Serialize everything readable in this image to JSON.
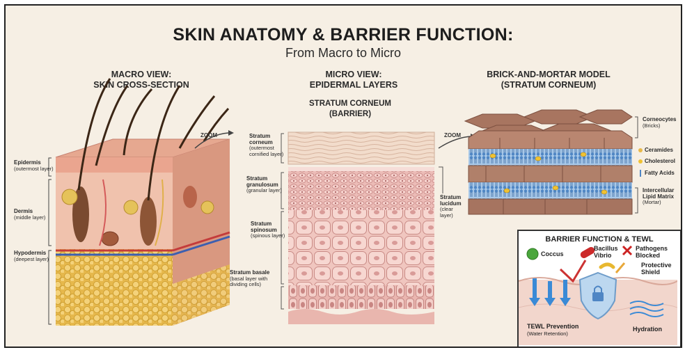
{
  "title": "SKIN ANATOMY & BARRIER FUNCTION:",
  "subtitle": "From Macro to Micro",
  "sections": {
    "macro": {
      "line1": "MACRO VIEW:",
      "line2": "SKIN CROSS-SECTION"
    },
    "micro": {
      "line1": "MICRO VIEW:",
      "line2": "EPIDERMAL LAYERS"
    },
    "brick": {
      "line1": "BRICK-AND-MORTAR MODEL",
      "line2": "(STRATUM CORNEUM)"
    }
  },
  "stratum_corneum_heading": {
    "line1": "STRATUM CORNEUM",
    "line2": "(BARRIER)"
  },
  "zoom_label": "ZOOM",
  "macro_labels": [
    {
      "name": "Epidermis",
      "note": "(outermost layer)"
    },
    {
      "name": "Dermis",
      "note": "(middle layer)"
    },
    {
      "name": "Hypodermis",
      "note": "(deepest layer)"
    }
  ],
  "micro_labels": {
    "corneum": {
      "name1": "Stratum",
      "name2": "corneum",
      "note1": "(outermost",
      "note2": "cornified layer)"
    },
    "granulosum": {
      "name1": "Stratum",
      "name2": "granulosum",
      "note": "(granular layer)"
    },
    "spinosum": {
      "name1": "Stratum",
      "name2": "spinosum",
      "note": "(spinous layer)"
    },
    "basale": {
      "name": "Stratum basale",
      "note1": "(basal layer with",
      "note2": "dividing cells)"
    },
    "lucidum": {
      "name1": "Stratum",
      "name2": "lucidum",
      "note1": "(clear",
      "note2": "layer)"
    }
  },
  "brick_labels": {
    "corneocytes": {
      "name": "Corneocytes",
      "note": "(Bricks)"
    },
    "ceramides": {
      "name": "Ceramides"
    },
    "cholesterol": {
      "name": "Cholesterol"
    },
    "fatty_acids": {
      "name": "Fatty Acids"
    },
    "matrix": {
      "line1": "Intercellular",
      "line2": "Lipid Matrix",
      "note": "(Mortar)"
    }
  },
  "barrier_panel": {
    "title": "BARRIER FUNCTION & TEWL",
    "coccus": "Coccus",
    "bacillus": "Bacillus",
    "vibrio": "Vibrio",
    "pathogens1": "Pathogens",
    "pathogens2": "Blocked",
    "shield1": "Protective",
    "shield2": "Shield",
    "tewl1": "TEWL Prevention",
    "tewl2": "(Water Retention)",
    "hydration": "Hydration"
  },
  "colors": {
    "background": "#f6efe4",
    "lipid_blue": "#5b8fc9",
    "corneocyte_brown": "#b08068",
    "skin_pink": "#e8b4a8",
    "fat_yellow": "#e9c25a"
  }
}
